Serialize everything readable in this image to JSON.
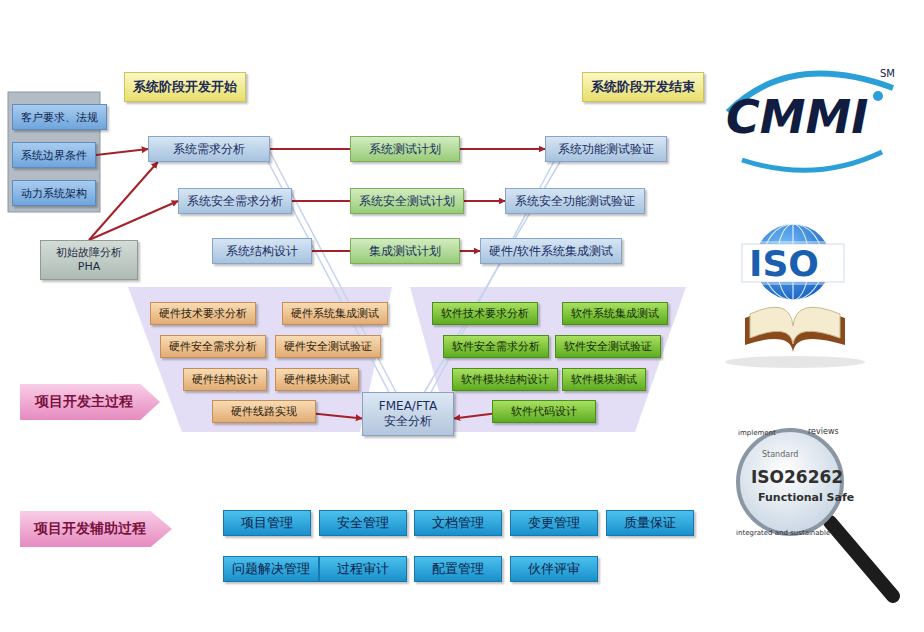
{
  "diagram": {
    "nodes": [
      {
        "text": [
          "系统阶段开发开始"
        ]
      },
      {
        "text": [
          "系统阶段开发结束"
        ]
      },
      {
        "text": [
          "客户要求、法规"
        ]
      },
      {
        "text": [
          "系统边界条件"
        ]
      },
      {
        "text": [
          "动力系统架构"
        ]
      },
      {
        "text": [
          "初始故障分析 PHA"
        ]
      },
      {
        "text": [
          "系统需求分析"
        ]
      },
      {
        "text": [
          "系统测试计划"
        ]
      },
      {
        "text": [
          "系统功能测试验证"
        ]
      },
      {
        "text": [
          "系统安全需求分析"
        ]
      },
      {
        "text": [
          "系统安全测试计划"
        ]
      },
      {
        "text": [
          "系统安全功能测试验证"
        ]
      },
      {
        "text": [
          "系统结构设计"
        ]
      },
      {
        "text": [
          "集成测试计划"
        ]
      },
      {
        "text": [
          "硬件/软件系统集成测试"
        ]
      },
      {
        "text": [
          "硬件技术要求分析"
        ]
      },
      {
        "text": [
          "硬件系统集成测试"
        ]
      },
      {
        "text": [
          "硬件安全需求分析"
        ]
      },
      {
        "text": [
          "硬件安全测试验证"
        ]
      },
      {
        "text": [
          "硬件结构设计"
        ]
      },
      {
        "text": [
          "硬件模块测试"
        ]
      },
      {
        "text": [
          "硬件线路实现"
        ]
      },
      {
        "text": [
          "FMEA/FTA 安全分析"
        ]
      },
      {
        "text": [
          "软件技术要求分析"
        ]
      },
      {
        "text": [
          "软件系统集成测试"
        ]
      },
      {
        "text": [
          "软件安全需求分析"
        ]
      },
      {
        "text": [
          "软件安全测试验证"
        ]
      },
      {
        "text": [
          "软件模块结构设计"
        ]
      },
      {
        "text": [
          "软件模块测试"
        ]
      },
      {
        "text": [
          "软件代码设计"
        ]
      },
      {
        "text": [
          "项目开发主过程"
        ]
      },
      {
        "text": [
          "项目开发辅助过程"
        ]
      },
      {
        "text": [
          "项目管理"
        ]
      },
      {
        "text": [
          "安全管理"
        ]
      },
      {
        "text": [
          "文档管理"
        ]
      },
      {
        "text": [
          "变更管理"
        ]
      },
      {
        "text": [
          "质量保证"
        ]
      },
      {
        "text": [
          "问题解决管理"
        ]
      },
      {
        "text": [
          "过程审计"
        ]
      },
      {
        "text": [
          "配置管理"
        ]
      },
      {
        "text": [
          "伙伴评审"
        ]
      }
    ],
    "edges": [
      {
        "from": 3,
        "to": 6,
        "arrow": "to"
      },
      {
        "from": 5,
        "to": 6,
        "arrow": "to"
      },
      {
        "from": 5,
        "to": 9,
        "arrow": "to"
      },
      {
        "from": 6,
        "to": 7,
        "arrow": "none"
      },
      {
        "from": 7,
        "to": 8,
        "arrow": "to"
      },
      {
        "from": 9,
        "to": 10,
        "arrow": "none"
      },
      {
        "from": 10,
        "to": 11,
        "arrow": "to"
      },
      {
        "from": 12,
        "to": 13,
        "arrow": "none"
      },
      {
        "from": 13,
        "to": 14,
        "arrow": "to"
      },
      {
        "from": 21,
        "to": 22,
        "arrow": "to"
      },
      {
        "from": 29,
        "to": 22,
        "arrow": "to"
      }
    ],
    "labels": [
      "CMMI",
      "SM",
      "ISO",
      "implement",
      "reviews",
      "Standard",
      "ISO26262",
      "Functional Safe",
      "integrated and sustainable"
    ]
  }
}
